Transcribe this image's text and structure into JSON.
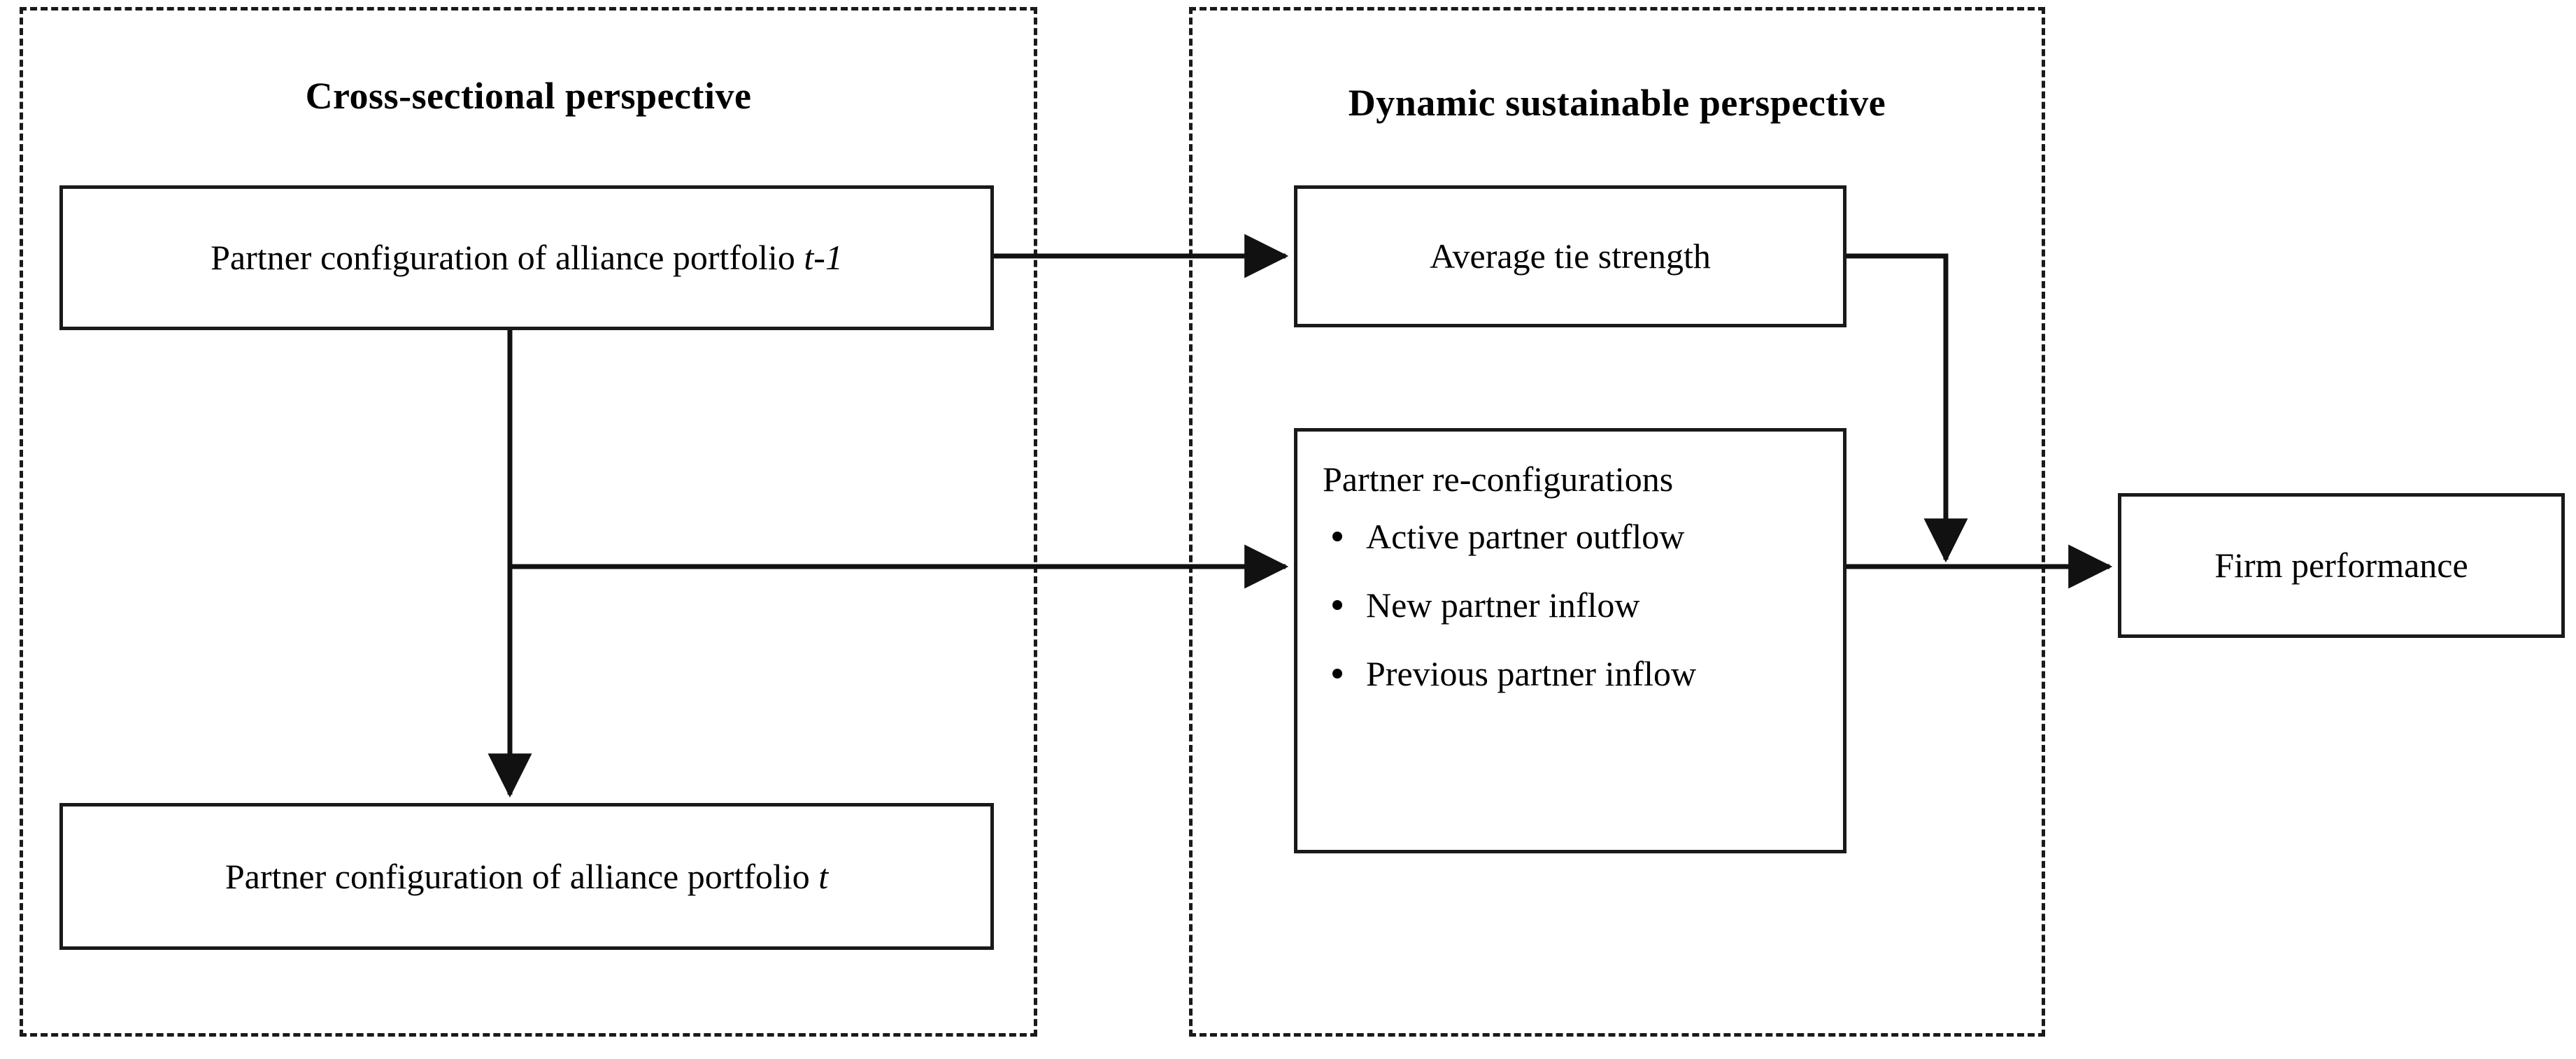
{
  "figure": {
    "type": "conceptual-framework-diagram",
    "background_color": "#ffffff",
    "line_color": "#1a1a1a"
  },
  "panels": [
    {
      "id": "cross-sectional",
      "title": "Cross-sectional perspective",
      "border_style": "dashed"
    },
    {
      "id": "dynamic-sustainable",
      "title": "Dynamic sustainable perspective",
      "border_style": "dashed"
    }
  ],
  "nodes": {
    "partner_config_t_minus_1": {
      "text_main": "Partner configuration of alliance portfolio ",
      "text_italic": "t-1"
    },
    "partner_config_t": {
      "text_main": "Partner configuration of alliance portfolio ",
      "text_italic": "t"
    },
    "average_tie_strength": {
      "label": "Average tie strength"
    },
    "partner_reconfigurations": {
      "title": "Partner re-configurations",
      "bullets": [
        "Active partner outflow",
        "New partner inflow",
        "Previous partner inflow"
      ]
    },
    "firm_performance": {
      "label": "Firm performance"
    }
  },
  "edges": [
    {
      "from": "partner_config_t_minus_1",
      "to": "average_tie_strength",
      "style": "solid-arrow"
    },
    {
      "from": "partner_config_t_minus_1",
      "to": "partner_config_t",
      "style": "solid-arrow"
    },
    {
      "from": "partner_config_t_minus_1",
      "to": "partner_reconfigurations",
      "style": "solid-arrow"
    },
    {
      "from": "average_tie_strength",
      "to": "firm_performance",
      "style": "solid-arrow"
    },
    {
      "from": "partner_reconfigurations",
      "to": "firm_performance",
      "style": "solid-arrow"
    }
  ]
}
